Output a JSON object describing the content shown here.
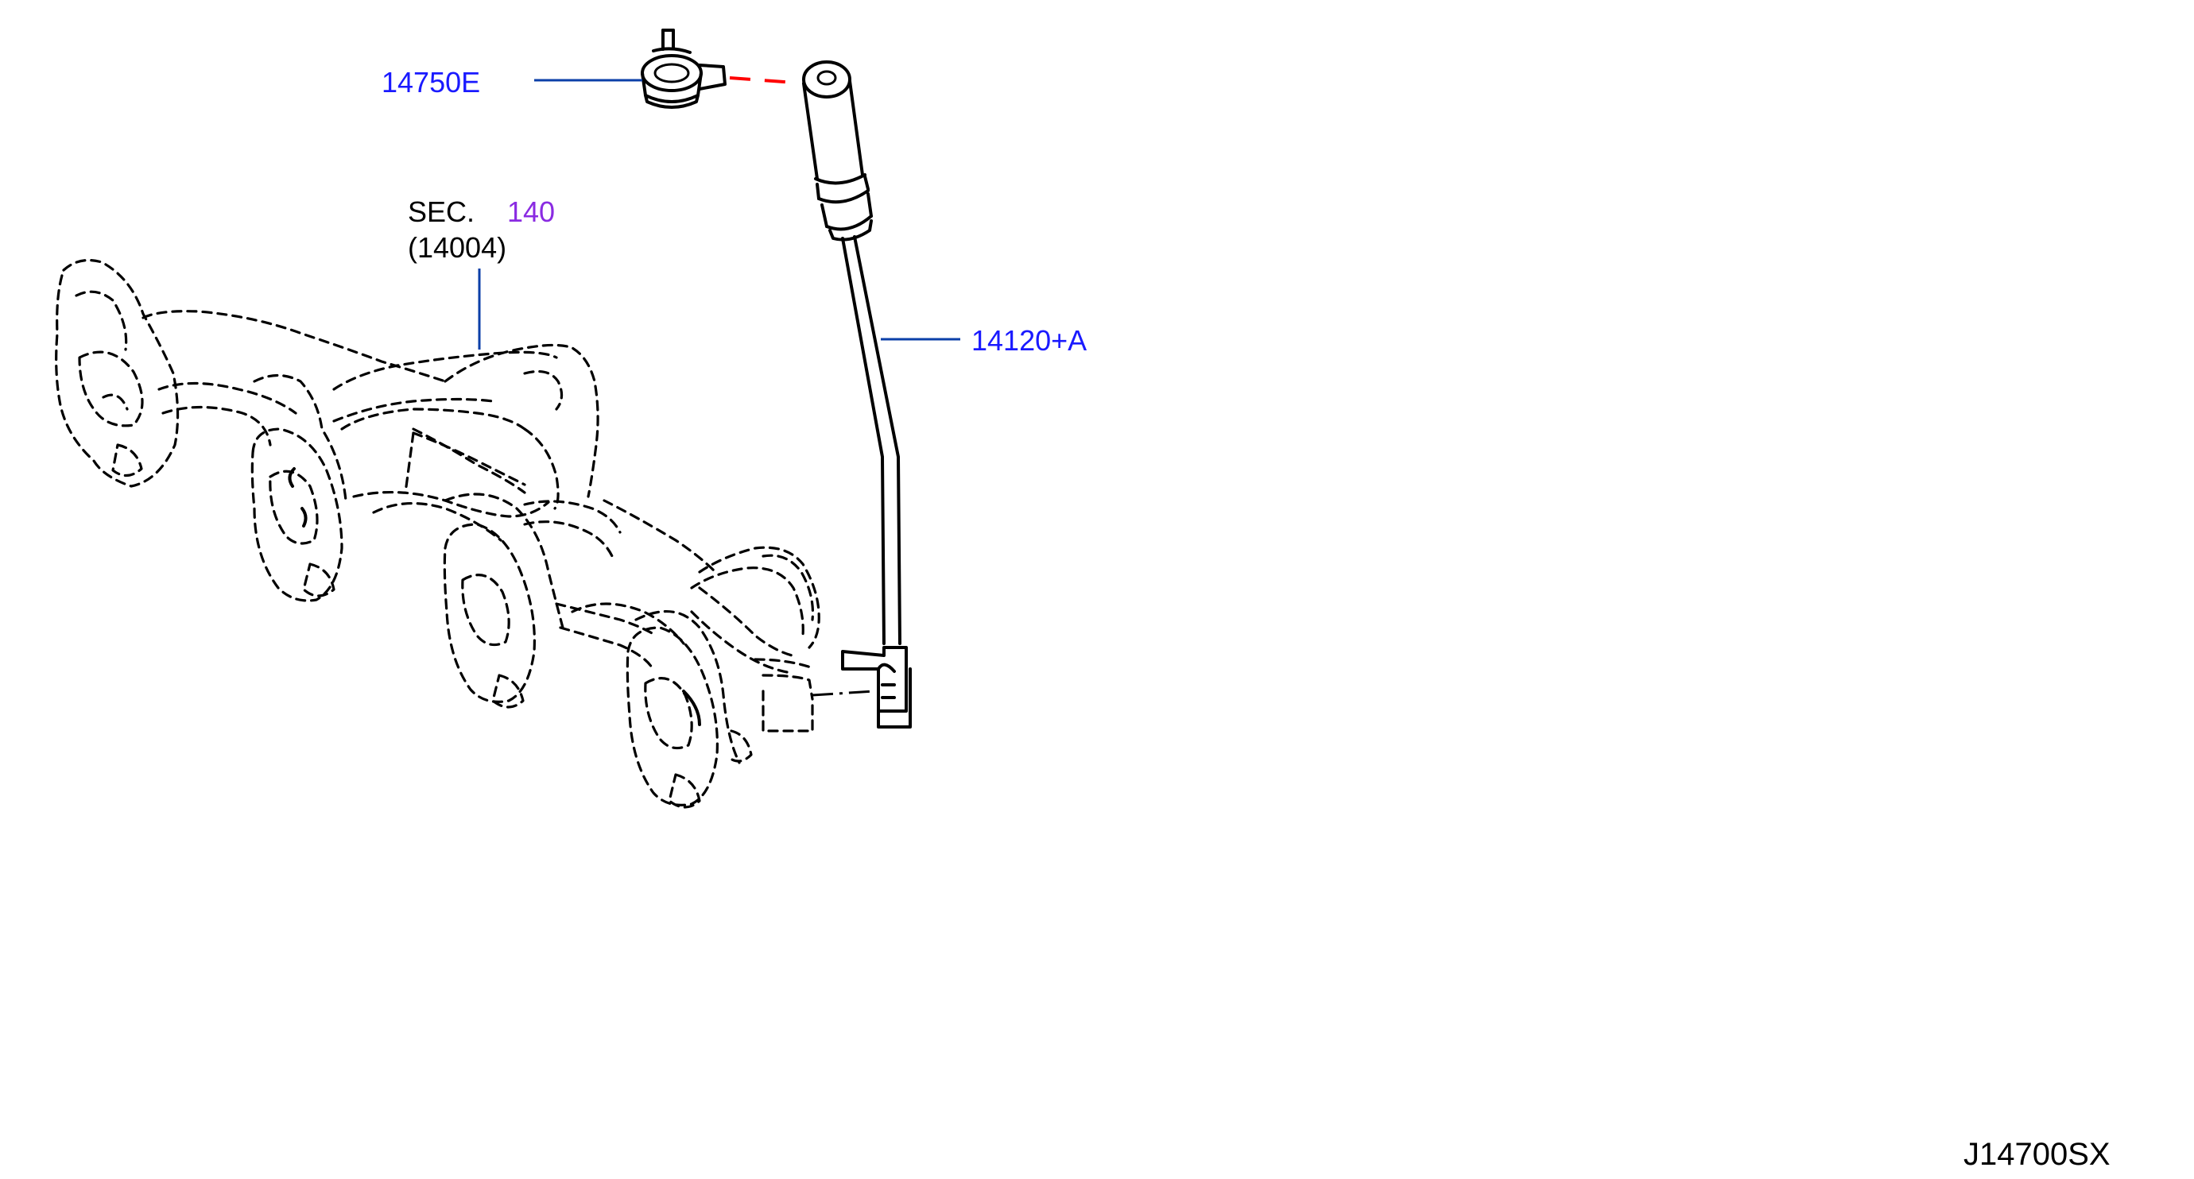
{
  "labels": {
    "part_clip": "14750E",
    "part_sensor": "14120+A",
    "sec_prefix": "SEC.",
    "sec_number": "140",
    "sec_ref": "(14004)",
    "diagram_id": "J14700SX"
  },
  "colors": {
    "part_number": "#1a1aff",
    "section_number": "#8a2be2",
    "leader_line": "#0b3fa8",
    "mating_dash": "#ff0000",
    "text_black": "#000000"
  }
}
